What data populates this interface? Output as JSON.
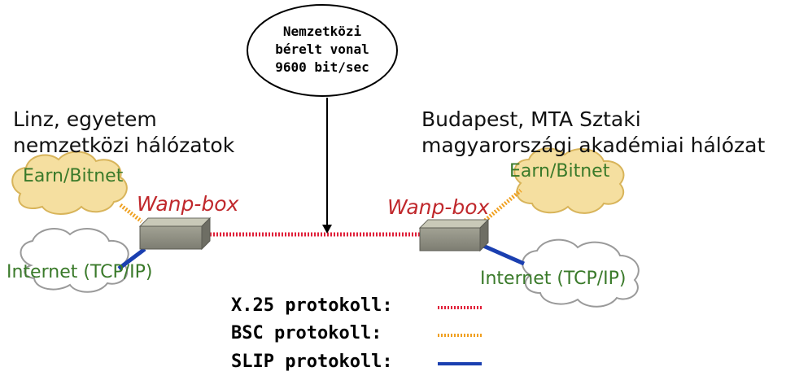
{
  "callout": {
    "lines": [
      "Nemzetközi",
      "bérelt vonal",
      "9600 bit/sec"
    ]
  },
  "left": {
    "location_line1": "Linz, egyetem",
    "location_line2": "nemzetközi hálózatok",
    "cloud_earn": "Earn/Bitnet",
    "cloud_internet": "Internet (TCP/IP)",
    "device": "Wanp-box"
  },
  "right": {
    "location_line1": "Budapest, MTA Sztaki",
    "location_line2": "magyarországi akadémiai hálózat",
    "cloud_earn": "Earn/Bitnet",
    "cloud_internet": "Internet (TCP/IP)",
    "device": "Wanp-box"
  },
  "legend": [
    {
      "label": "X.25 protokoll:",
      "color": "#e0203a",
      "style": "dotted"
    },
    {
      "label": "BSC protokoll:",
      "color": "#f0a020",
      "style": "dotted"
    },
    {
      "label": "SLIP protokoll:",
      "color": "#1a3fb0",
      "style": "solid"
    }
  ],
  "colors": {
    "network_text": "#3a7a2a",
    "device_text": "#c0282c",
    "earn_cloud_fill": "#f5dfa0",
    "earn_cloud_stroke": "#d8b45a",
    "internet_cloud_fill": "#ffffff",
    "internet_cloud_stroke": "#9a9a9a",
    "box_top": "#c9c9b8",
    "box_front": "#8c8c80"
  }
}
